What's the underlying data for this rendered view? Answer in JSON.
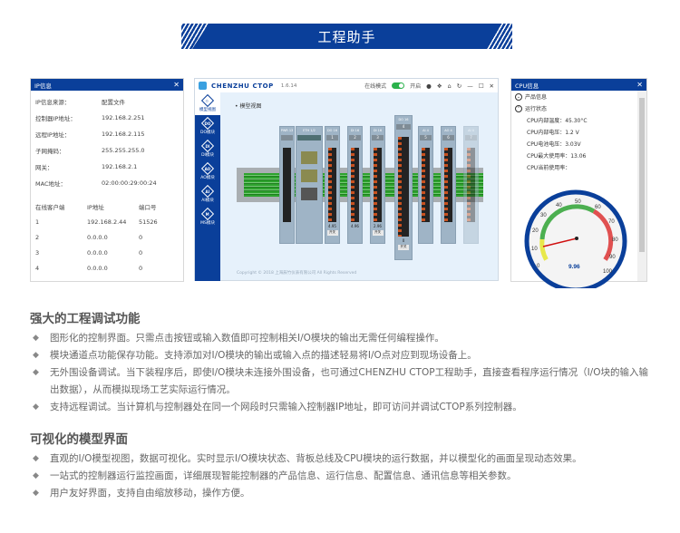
{
  "banner": {
    "title": "工程助手"
  },
  "ip_panel": {
    "title": "IP信息",
    "close": "✕",
    "rows": [
      {
        "key": "IP信息来源：",
        "value": "配置文件"
      },
      {
        "key": "控制器IP地址：",
        "value": "192.168.2.251"
      },
      {
        "key": "远程IP地址：",
        "value": "192.168.2.115"
      },
      {
        "key": "子网掩码：",
        "value": "255.255.255.0"
      },
      {
        "key": "网关：",
        "value": "192.168.2.1"
      },
      {
        "key": "MAC地址：",
        "value": "02:00:00:29:00:24"
      }
    ],
    "table": {
      "headers": [
        "在线客户端",
        "IP地址",
        "端口号"
      ],
      "rows": [
        [
          "1",
          "192.168.2.44",
          "51526"
        ],
        [
          "2",
          "0.0.0.0",
          "0"
        ],
        [
          "3",
          "0.0.0.0",
          "0"
        ],
        [
          "4",
          "0.0.0.0",
          "0"
        ]
      ]
    }
  },
  "ctop": {
    "brand": "CHENZHU CTOP",
    "version": "1.6.14",
    "mode_label": "在线模式",
    "toggle_label": "开启",
    "icons": [
      "info-icon",
      "chat-icon",
      "home-icon",
      "refresh-icon"
    ],
    "window_controls": [
      "—",
      "☐",
      "✕"
    ],
    "sidebar": [
      {
        "label": "模型视图",
        "glyph": "◇",
        "active": true
      },
      {
        "label": "DO模块",
        "glyph": "DO"
      },
      {
        "label": "DI模块",
        "glyph": "DI"
      },
      {
        "label": "AO模块",
        "glyph": "AO"
      },
      {
        "label": "AI模块",
        "glyph": "AI"
      },
      {
        "label": "MS模块",
        "glyph": "M"
      }
    ],
    "breadcrumb": "• 模型视图",
    "modules": [
      {
        "label": "PWR 13",
        "num": "",
        "value": "",
        "btn": ""
      },
      {
        "label": "ETH 1/2",
        "num": "",
        "value": "",
        "btn": ""
      },
      {
        "label": "DO 16",
        "num": "1",
        "value": "4.95",
        "btn": "开关"
      },
      {
        "label": "DI 16",
        "num": "2",
        "value": "4.96",
        "btn": ""
      },
      {
        "label": "DI 16",
        "num": "3",
        "value": "2.96",
        "btn": "开关"
      },
      {
        "label": "DO 16",
        "num": "4",
        "value": "0",
        "btn": "开关"
      },
      {
        "label": "AI 4",
        "num": "5",
        "value": "",
        "btn": ""
      },
      {
        "label": "AO 4",
        "num": "6",
        "value": "",
        "btn": ""
      },
      {
        "label": "AI 4",
        "num": "7",
        "value": "",
        "btn": ""
      }
    ],
    "footer": "Copyright © 2018 上海辰竹仪表有限公司 All Rights Reserved"
  },
  "cpu_panel": {
    "title": "CPU信息",
    "close": "✕",
    "groups": [
      {
        "label": "产品信息",
        "expanded": false
      },
      {
        "label": "运行状态",
        "expanded": true
      }
    ],
    "lines": [
      "CPU内部温度：45.30°C",
      "CPU内部电压：1.2 V",
      "CPU电池电压：3.03V",
      "CPU最大使用率：13.06",
      "CPU当前使用率："
    ],
    "gauge": {
      "value": "9.96",
      "ticks": [
        "0",
        "10",
        "20",
        "30",
        "40",
        "50",
        "60",
        "70",
        "80",
        "90",
        "100"
      ],
      "colors": {
        "ring": "#0a3f9a",
        "low": "#e8e84a",
        "mid": "#4caf50",
        "high": "#e05050",
        "needle": "#d01010"
      }
    }
  },
  "section1": {
    "title": "强大的工程调试功能",
    "bullets": [
      "图形化的控制界面。只需点击按钮或输入数值即可控制相关I/O模块的输出无需任何编程操作。",
      "模块通道点功能保存功能。支持添加对I/O模块的输出或输入点的描述轻易将I/O点对应到现场设备上。",
      "无外围设备调试。当下装程序后，即使I/O模块未连接外围设备，也可通过CHENZHU CTOP工程助手，直接查看程序运行情况（I/O块的输入输出数据），从而模拟现场工艺实际运行情况。",
      "支持远程调试。当计算机与控制器处在同一个网段时只需输入控制器IP地址，即可访问并调试CTOP系列控制器。"
    ]
  },
  "section2": {
    "title": "可视化的模型界面",
    "bullets": [
      "直观的I/O模型视图，数据可视化。实时显示I/O模块状态、背板总线及CPU模块的运行数据，并以模型化的画面呈现动态效果。",
      "一站式的控制器运行监控画面，详细展现智能控制器的产品信息、运行信息、配置信息、通讯信息等相关参数。",
      "用户友好界面，支持自由缩放移动，操作方便。"
    ]
  },
  "bullet_glyph": "◆"
}
